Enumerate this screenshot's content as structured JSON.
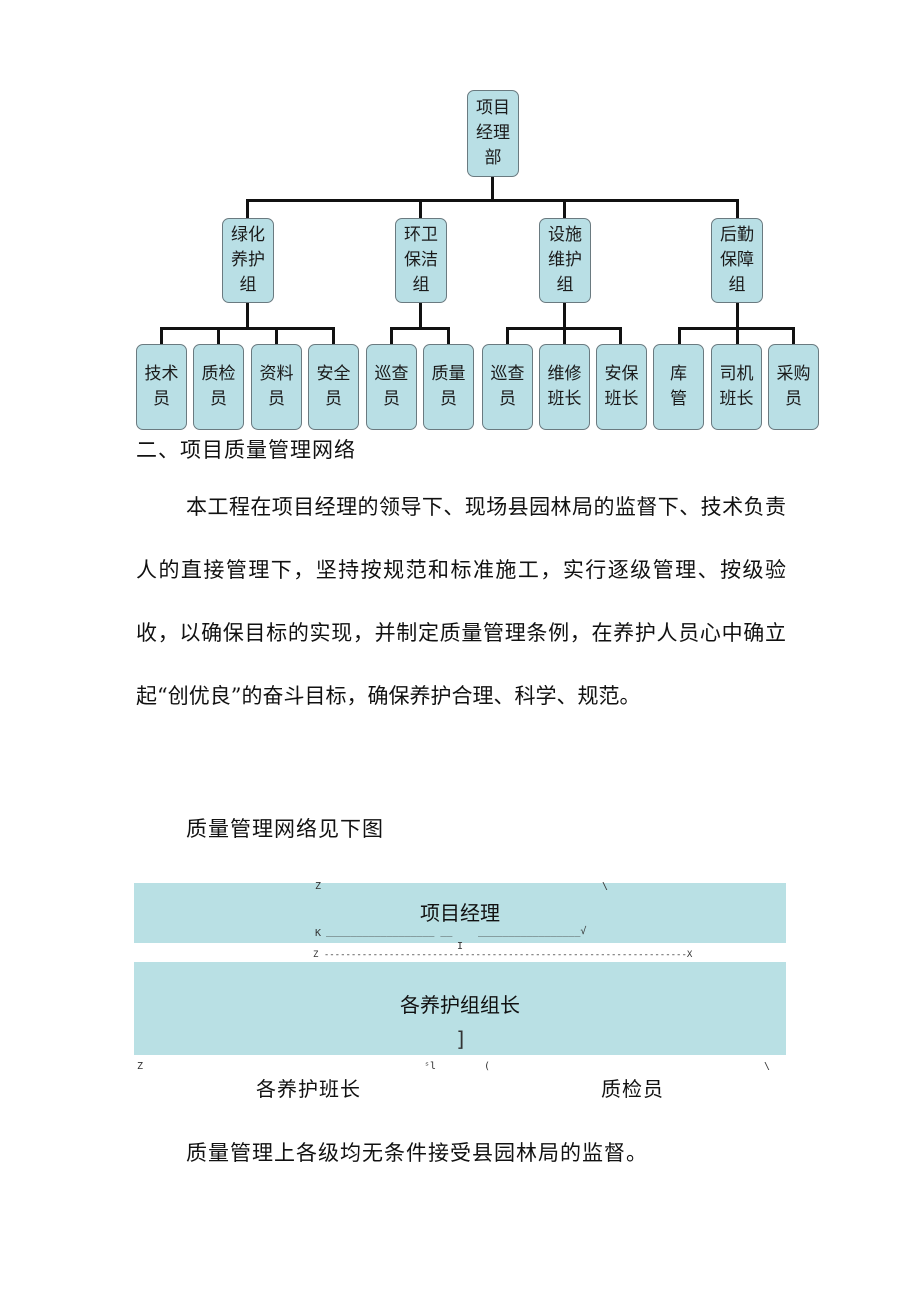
{
  "org_chart": {
    "root": [
      "项目",
      "经理",
      "部"
    ],
    "groups": [
      {
        "lines": [
          "绿化",
          "养护",
          "组"
        ],
        "members": [
          [
            "技术",
            "员"
          ],
          [
            "质检",
            "员"
          ],
          [
            "资料",
            "员"
          ],
          [
            "安全",
            "员"
          ]
        ]
      },
      {
        "lines": [
          "环卫",
          "保洁",
          "组"
        ],
        "members": [
          [
            "巡查",
            "员"
          ],
          [
            "质量",
            "员"
          ]
        ]
      },
      {
        "lines": [
          "设施",
          "维护",
          "组"
        ],
        "members": [
          [
            "巡查",
            "员"
          ],
          [
            "维修",
            "班长"
          ],
          [
            "安保",
            "班长"
          ]
        ]
      },
      {
        "lines": [
          "后勤",
          "保障",
          "组"
        ],
        "members": [
          [
            "库",
            "管"
          ],
          [
            "司机",
            "班长"
          ],
          [
            "采购",
            "员"
          ]
        ]
      }
    ]
  },
  "section": {
    "heading": "二、项目质量管理网络",
    "paragraph": "本工程在项目经理的领导下、现场县园林局的监督下、技术负责人的直接管理下，坚持按规范和标准施工，实行逐级管理、按级验收，以确保目标的实现，并制定质量管理条例，在养护人员心中确立起“创优良”的奋斗目标，确保养护合理、科学、规范。",
    "caption": "质量管理网络见下图",
    "closing": "质量管理上各级均无条件接受县园林局的监督。"
  },
  "network": {
    "top": "项目经理",
    "middle": "各养护组组长",
    "bottom_left": "各养护班长",
    "bottom_right": "质检员",
    "artifacts": {
      "a1": "Z",
      "a2": "\\",
      "a3": "K",
      "a4": "__________________ __",
      "a5": "_________________√",
      "a6": "I",
      "a7": "Z -------------------------------------------------------------------X",
      "a8": "]",
      "a9": "Z",
      "a10": "ˢl",
      "a11": "(",
      "a12": "\\"
    }
  }
}
